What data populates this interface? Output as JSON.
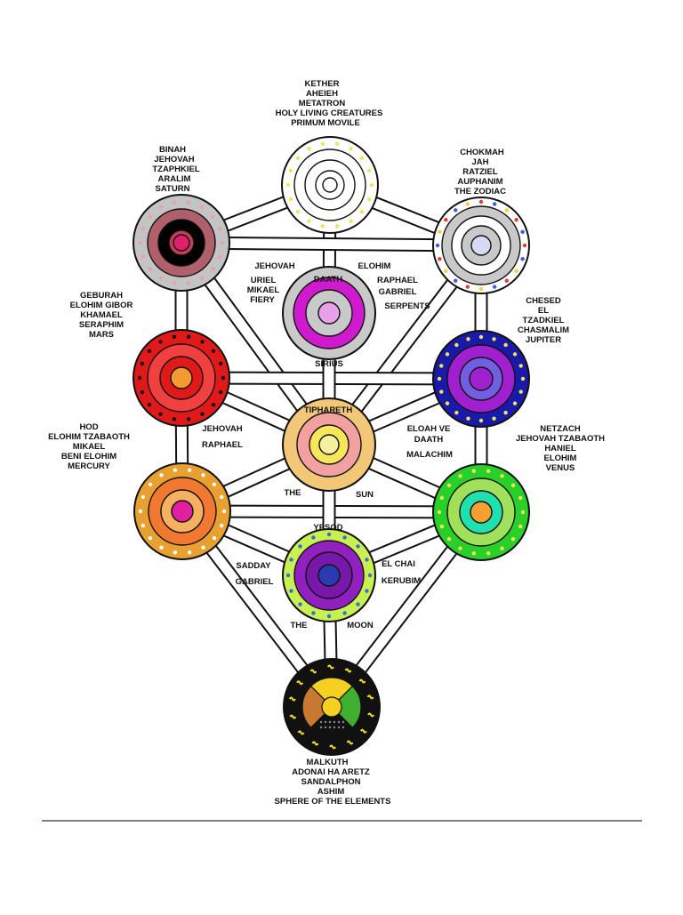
{
  "sephiroth": {
    "kether": {
      "lines": [
        "KETHER",
        "AHEIEH",
        "METATRON",
        "HOLY LIVING CREATURES",
        "PRIMUM MOVILE"
      ],
      "rings": [
        "#ffffff",
        "#ffffff",
        "#ffffff",
        "#ffffff",
        "#ffffff"
      ],
      "dot_color": "#f2e35a"
    },
    "chokmah": {
      "lines": [
        "CHOKMAH",
        "JAH",
        "RATZIEL",
        "AUPHANIM",
        "THE ZODIAC"
      ],
      "rings": [
        "#ffffff",
        "#c9c9c9",
        "#ffffff",
        "#c9c9c9",
        "#d9d9f5"
      ],
      "dot_colors": [
        "#e83a3a",
        "#3a5ae8",
        "#f2d13a"
      ]
    },
    "binah": {
      "lines": [
        "BINAH",
        "JEHOVAH",
        "TZAPHKIEL",
        "ARALIM",
        "SATURN"
      ],
      "rings": [
        "#c4c4c4",
        "#b0606a",
        "#000000",
        "#c0405a",
        "#e0206a"
      ],
      "dot_color": "#e8a0b0"
    },
    "daath": {
      "title": "DAATH",
      "rings": [
        "#c9c9c9",
        "#d01ad0",
        "#c9c9c9",
        "#e8a0e8"
      ]
    },
    "chesed": {
      "lines": [
        "CHESED",
        "EL",
        "TZADKIEL",
        "CHASMALIM",
        "JUPITER"
      ],
      "rings": [
        "#1a1aa8",
        "#a020d0",
        "#7060e0",
        "#a020d0"
      ],
      "dot_color": "#f2e35a"
    },
    "geburah": {
      "lines": [
        "GEBURAH",
        "ELOHIM GIBOR",
        "KHAMAEL",
        "SERAPHIM",
        "MARS"
      ],
      "rings": [
        "#e01a1a",
        "#f04040",
        "#e01a1a",
        "#f59a30"
      ],
      "dot_color": "#111111"
    },
    "tiphareth": {
      "title": "TIPHARETH",
      "rings": [
        "#f2c878",
        "#f2a0a0",
        "#f5e65a",
        "#f5f0a0"
      ]
    },
    "netzach": {
      "lines": [
        "NETZACH",
        "JEHOVAH TZABAOTH",
        "HANIEL",
        "ELOHIM",
        "VENUS"
      ],
      "rings": [
        "#2ad02a",
        "#a0e05a",
        "#20e0b0",
        "#f5a030"
      ],
      "dot_color": "#f2e35a"
    },
    "hod": {
      "lines": [
        "HOD",
        "ELOHIM TZABAOTH",
        "MIKAEL",
        "BENI ELOHIM",
        "MERCURY"
      ],
      "rings": [
        "#e8a030",
        "#f07830",
        "#f5b060",
        "#e020a0"
      ],
      "dot_color": "#ffffff"
    },
    "yesod": {
      "title": "YESOD",
      "rings": [
        "#c8f050",
        "#9020c0",
        "#7818a8",
        "#2a3ab0"
      ],
      "dot_color": "#3a6ae0"
    },
    "malkuth": {
      "lines": [
        "MALKUTH",
        "ADONAI HA ARETZ",
        "SANDALPHON",
        "ASHIM",
        "SPHERE OF THE ELEMENTS"
      ],
      "quarters": [
        "#f5d020",
        "#c87830",
        "#40b030",
        "#111111"
      ],
      "dot_color": "#f5e020"
    }
  },
  "path_labels": {
    "jehovah_top": "JEHOVAH",
    "uriel": "URIEL",
    "mikael": "MIKAEL",
    "fiery": "FIERY",
    "elohim_top": "ELOHIM",
    "raphael_top": "RAPHAEL",
    "gabriel_top": "GABRIEL",
    "serpents": "SERPENTS",
    "sirius": "SIRIUS",
    "jehovah_mid": "JEHOVAH",
    "raphael_mid": "RAPHAEL",
    "eloah_ve": "ELOAH VE",
    "daath_mid": "DAATH",
    "malachim": "MALACHIM",
    "the_sun_1": "THE",
    "the_sun_2": "SUN",
    "sadday": "SADDAY",
    "gabriel_low": "GABRIEL",
    "el_chai": "EL CHAI",
    "kerubim": "KERUBIM",
    "the_moon_1": "THE",
    "the_moon_2": "MOON"
  }
}
